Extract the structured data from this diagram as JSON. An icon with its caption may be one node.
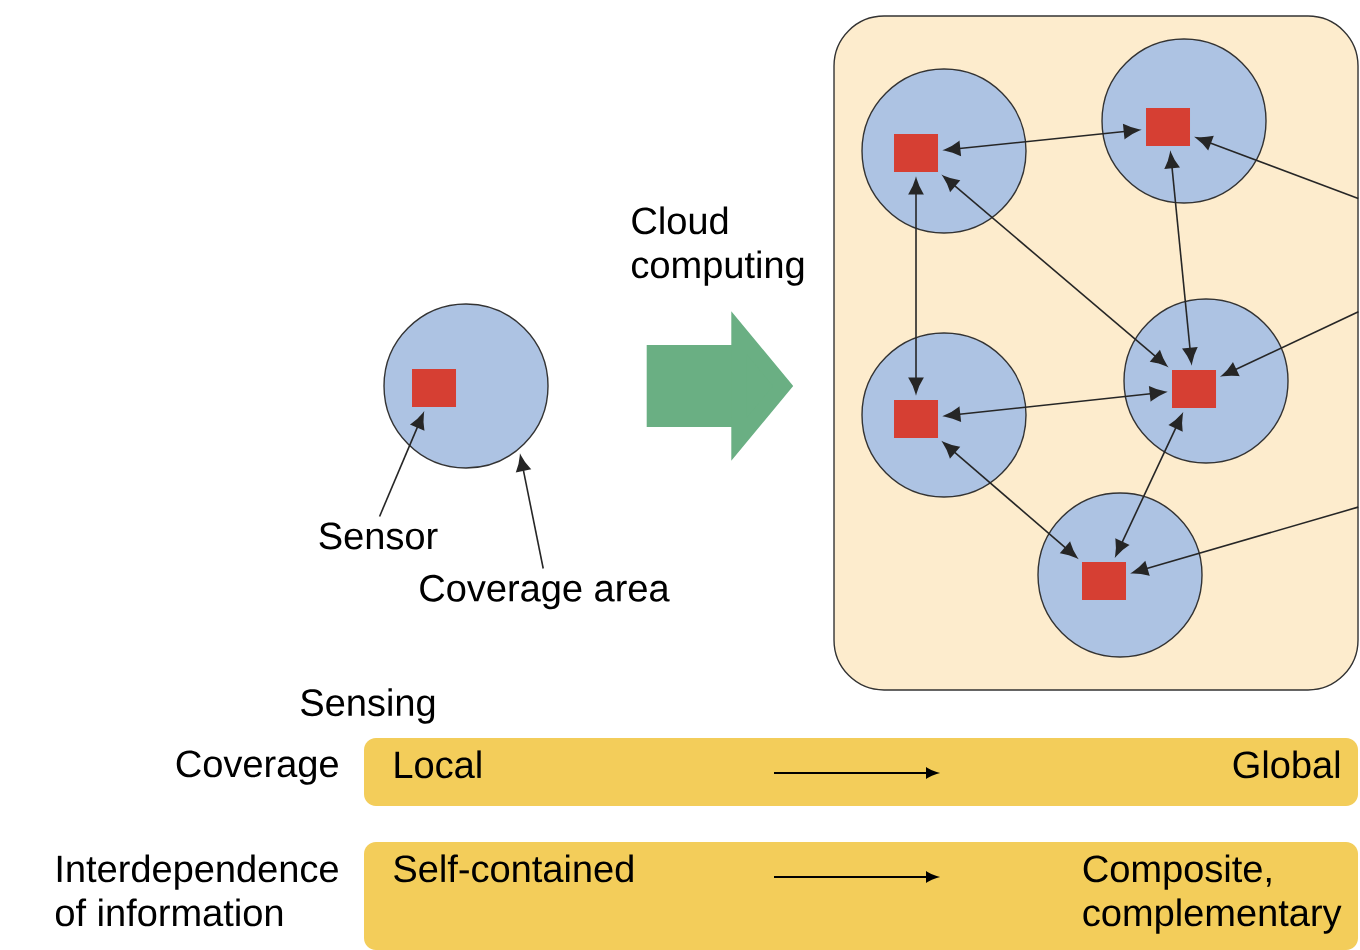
{
  "diagram": {
    "nodes": [
      {
        "text": [],
        "shape": "circle"
      },
      {
        "text": [],
        "shape": "box",
        "in": 0
      },
      {
        "text": [
          "Sensor"
        ]
      },
      {
        "text": [
          "Coverage area"
        ]
      },
      {
        "text": [],
        "shape": "box"
      },
      {
        "text": [],
        "shape": "circle",
        "in": 4
      },
      {
        "text": [],
        "shape": "box",
        "in": 5
      },
      {
        "text": [],
        "shape": "circle",
        "in": 4
      },
      {
        "text": [],
        "shape": "box",
        "in": 7
      },
      {
        "text": [],
        "shape": "circle",
        "in": 4
      },
      {
        "text": [],
        "shape": "box",
        "in": 9
      },
      {
        "text": [],
        "shape": "circle",
        "in": 4
      },
      {
        "text": [],
        "shape": "box",
        "in": 11
      },
      {
        "text": [],
        "shape": "circle",
        "in": 4
      },
      {
        "text": [],
        "shape": "box",
        "in": 13
      },
      {
        "text": [
          "Local",
          "Global"
        ],
        "beside": [
          "Coverage"
        ]
      },
      {
        "text": [
          "Self-contained",
          "Composite, complementary"
        ],
        "beside": [
          "Interdependence of information"
        ]
      }
    ],
    "edges": [
      {
        "from": 2,
        "to": 1,
        "arrow": "to"
      },
      {
        "from": 3,
        "to": 0,
        "arrow": "to"
      },
      {
        "from": 0,
        "to": 4,
        "arrow": "to",
        "label": "Cloud computing",
        "style": "thick",
        "color": "#6aaf83"
      },
      {
        "from": 6,
        "to": 8,
        "arrow": "both"
      },
      {
        "from": 6,
        "to": 10,
        "arrow": "both"
      },
      {
        "from": 6,
        "to": 12,
        "arrow": "both"
      },
      {
        "from": 8,
        "to": 12,
        "arrow": "both"
      },
      {
        "from": 10,
        "to": 12,
        "arrow": "both"
      },
      {
        "from": 10,
        "to": 14,
        "arrow": "both"
      },
      {
        "from": 12,
        "to": 14,
        "arrow": "both"
      },
      {
        "from": null,
        "to": 8,
        "arrow": "to"
      },
      {
        "from": null,
        "to": 12,
        "arrow": "to"
      },
      {
        "from": null,
        "to": 14,
        "arrow": "to"
      }
    ],
    "labels": [
      "Sensing"
    ]
  }
}
